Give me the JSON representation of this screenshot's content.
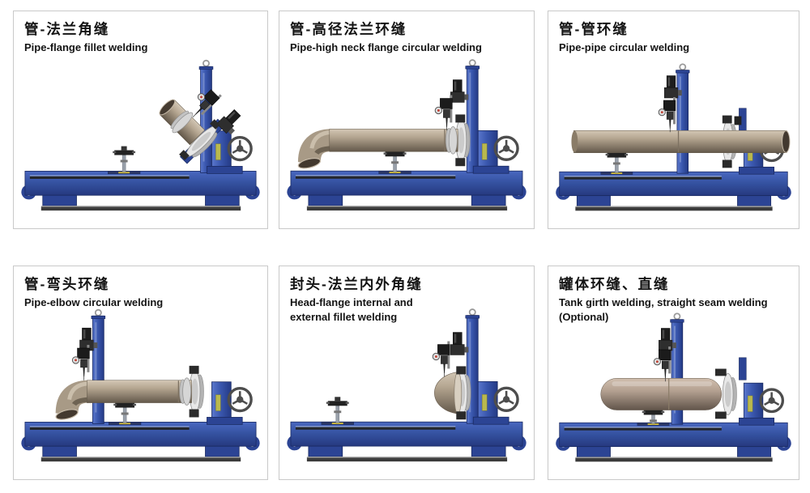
{
  "page": {
    "background": "#ffffff",
    "panel_border_color": "#c9c9c9"
  },
  "colors": {
    "machine_blue": "#3a57ae",
    "machine_blue_dark": "#2c4494",
    "machine_outline": "#1a2a62",
    "workpiece_tan_light": "#d3c7b5",
    "workpiece_tan": "#b0a18c",
    "workpiece_tan_dark": "#63584a",
    "chuck_gray": "#e8e8e8",
    "hardware_dark": "#1d1d1d",
    "rail_gray": "#3c3c3c",
    "label_yellow": "#b9b94e",
    "gauge_red": "#c0392b"
  },
  "panels": [
    {
      "id": "pipe-flange-fillet",
      "title_zh": "管-法兰角缝",
      "title_en": "Pipe-flange fillet welding",
      "variant": "tilted-chuck-pipe"
    },
    {
      "id": "pipe-high-neck-flange",
      "title_zh": "管-高径法兰环缝",
      "title_en": "Pipe-high neck flange circular welding",
      "variant": "elbow-pipe-right-column"
    },
    {
      "id": "pipe-pipe",
      "title_zh": "管-管环缝",
      "title_en": "Pipe-pipe circular welding",
      "variant": "straight-pipe-center-column"
    },
    {
      "id": "pipe-elbow",
      "title_zh": "管-弯头环缝",
      "title_en": "Pipe-elbow circular welding",
      "variant": "elbow-pipe-left-column"
    },
    {
      "id": "head-flange",
      "title_zh": "封头-法兰内外角缝",
      "title_en": "Head-flange internal and\nexternal fillet welding",
      "variant": "dish-head"
    },
    {
      "id": "tank",
      "title_zh": "罐体环缝、直缝",
      "title_en": "Tank girth welding, straight seam welding\n(Optional)",
      "variant": "tank"
    }
  ]
}
